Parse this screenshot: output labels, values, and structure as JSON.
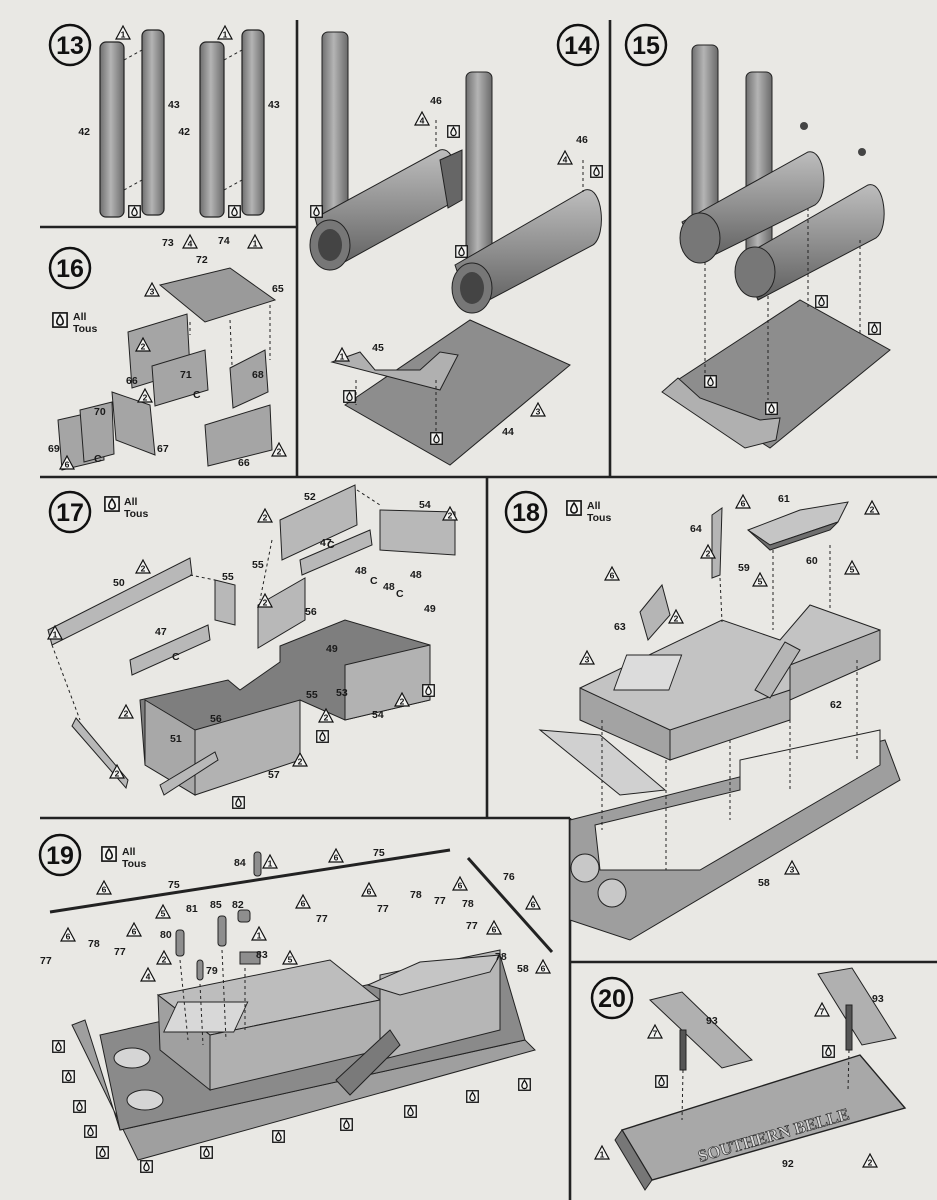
{
  "glue_note": {
    "line1": "All",
    "line2": "Tous"
  },
  "plaque_text": "SOUTHERN BELLE",
  "steps": [
    {
      "number": "13",
      "parts": [
        "42",
        "43",
        "42",
        "43"
      ]
    },
    {
      "number": "14",
      "parts": [
        "46",
        "46",
        "45",
        "44"
      ]
    },
    {
      "number": "15",
      "parts": []
    },
    {
      "number": "16",
      "parts": [
        "73",
        "72",
        "74",
        "65",
        "71",
        "66",
        "68",
        "70",
        "67",
        "69",
        "66",
        "C",
        "C"
      ]
    },
    {
      "number": "17",
      "parts": [
        "52",
        "54",
        "50",
        "55",
        "55",
        "47",
        "56",
        "47",
        "48",
        "48",
        "48",
        "C",
        "C",
        "C",
        "C",
        "49",
        "49",
        "56",
        "55",
        "53",
        "54",
        "51",
        "57"
      ]
    },
    {
      "number": "18",
      "parts": [
        "61",
        "64",
        "59",
        "60",
        "63",
        "62",
        "58"
      ]
    },
    {
      "number": "19",
      "parts": [
        "84",
        "75",
        "75",
        "76",
        "81",
        "85",
        "82",
        "80",
        "79",
        "83",
        "78",
        "78",
        "77",
        "77",
        "77",
        "77",
        "77",
        "78",
        "77",
        "78",
        "58"
      ]
    },
    {
      "number": "20",
      "parts": [
        "93",
        "93",
        "92"
      ]
    }
  ],
  "marks": {
    "tri1": "1",
    "tri2": "2",
    "tri3": "3",
    "tri4": "4",
    "tri5": "5",
    "tri6": "6",
    "tri7": "7"
  },
  "colors": {
    "background": "#e9e8e4",
    "ink": "#111111",
    "part_fill": "#9c9c9c"
  }
}
